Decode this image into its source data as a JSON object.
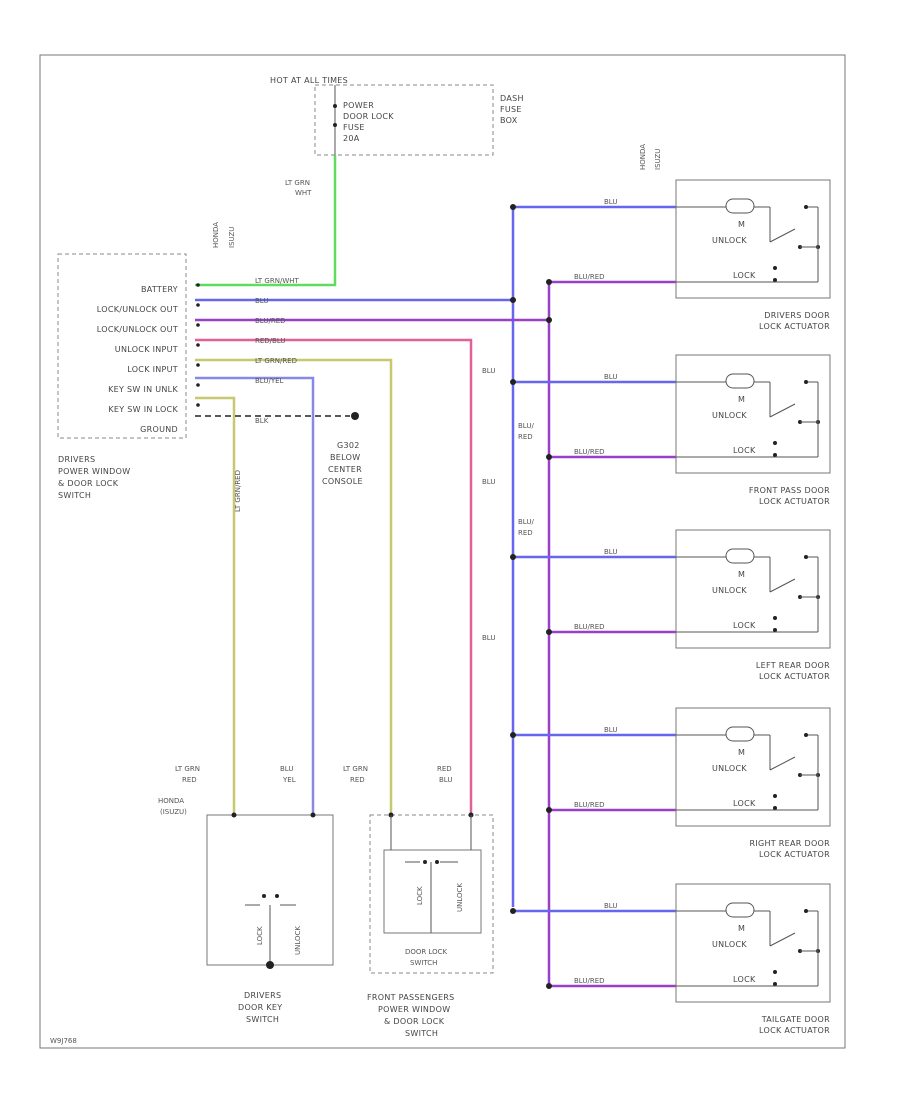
{
  "fuse_box": {
    "hot_label": "HOT AT ALL TIMES",
    "fuse_lines": [
      "POWER",
      "DOOR LOCK",
      "FUSE",
      "20A"
    ],
    "box_lines": [
      "DASH",
      "FUSE",
      "BOX"
    ],
    "feed_wire": [
      "LT GRN",
      "WHT"
    ]
  },
  "driver_switch": {
    "header": [
      "HONDA",
      "ISUZU"
    ],
    "pins": [
      "BATTERY",
      "LOCK/UNLOCK OUT",
      "LOCK/UNLOCK OUT",
      "UNLOCK INPUT",
      "LOCK INPUT",
      "KEY SW IN UNLK",
      "KEY SW IN LOCK",
      "GROUND"
    ],
    "wires": [
      "LT GRN/WHT",
      "BLU",
      "BLU/RED",
      "RED/BLU",
      "LT GRN/RED",
      "BLU/YEL",
      "",
      "BLK"
    ],
    "name_lines": [
      "DRIVERS",
      "POWER WINDOW",
      "& DOOR LOCK",
      "SWITCH"
    ]
  },
  "ground": [
    "G302",
    "BELOW",
    "CENTER",
    "CONSOLE"
  ],
  "vertical_wire_labels": {
    "lt_grn_red": "LT GRN/RED",
    "blu_a": "BLU",
    "blu_red_a": [
      "BLU/",
      "RED"
    ],
    "blu_b": "BLU",
    "blu_red_b": [
      "BLU/",
      "RED"
    ],
    "blu_c": "BLU"
  },
  "actuators": {
    "col_header": [
      "HONDA",
      "ISUZU"
    ],
    "m_label": "M",
    "unlock_label": "UNLOCK",
    "lock_label": "LOCK",
    "top_wire": "BLU",
    "bottom_wire": "BLU/RED",
    "names": [
      [
        "DRIVERS DOOR",
        "LOCK ACTUATOR"
      ],
      [
        "FRONT PASS DOOR",
        "LOCK ACTUATOR"
      ],
      [
        "LEFT REAR DOOR",
        "LOCK ACTUATOR"
      ],
      [
        "RIGHT REAR DOOR",
        "LOCK ACTUATOR"
      ],
      [
        "TAILGATE DOOR",
        "LOCK ACTUATOR"
      ]
    ]
  },
  "key_switch": {
    "left_wire": [
      "LT GRN",
      "RED"
    ],
    "right_wire": [
      "BLU",
      "YEL"
    ],
    "honda_isuzu": [
      "HONDA",
      "(ISUZU)"
    ],
    "lock": "LOCK",
    "unlock": "UNLOCK",
    "name_lines": [
      "DRIVERS",
      "DOOR KEY",
      "SWITCH"
    ]
  },
  "pass_switch": {
    "left_wire": [
      "LT GRN",
      "RED"
    ],
    "right_wire": [
      "RED",
      "BLU"
    ],
    "lock": "LOCK",
    "unlock": "UNLOCK",
    "inner_name": [
      "DOOR LOCK",
      "SWITCH"
    ],
    "name_lines": [
      "FRONT PASSENGERS",
      "POWER WINDOW",
      "& DOOR LOCK",
      "SWITCH"
    ]
  },
  "footer_code": "W9J768",
  "colors": {
    "lt_grn_wht": "#5fdc5f",
    "blu": "#6666ee",
    "blu_red": "#9a3fc8",
    "red_blu": "#e0609a",
    "lt_grn_red": "#c8c870",
    "blu_yel": "#8888e8"
  }
}
